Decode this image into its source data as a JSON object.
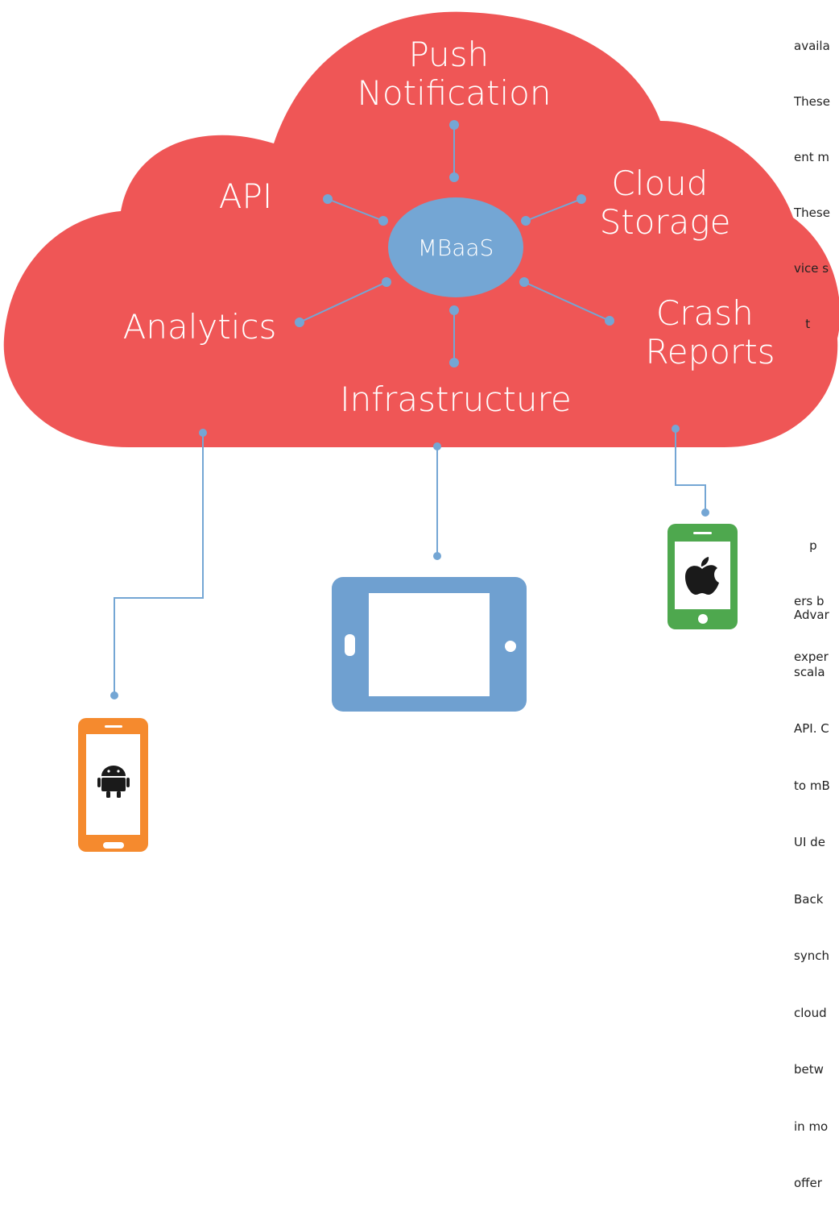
{
  "diagram": {
    "center_label": "MBaaS",
    "services": {
      "push": [
        "Push",
        "Notification"
      ],
      "api": "API",
      "cloud_storage": [
        "Cloud",
        "Storage"
      ],
      "analytics": "Analytics",
      "crash_reports": [
        "Crash",
        "Reports"
      ],
      "infrastructure": "Infrastructure"
    },
    "devices": [
      {
        "platform": "android",
        "icon": "android-icon",
        "color": "#f58a2e"
      },
      {
        "platform": "tablet",
        "icon": "tablet-icon",
        "color": "#6fa0d0"
      },
      {
        "platform": "ios",
        "icon": "apple-icon",
        "color": "#4ea84e"
      }
    ],
    "colors": {
      "cloud": "#ef5656",
      "hub": "#74a6d4",
      "connector": "#74a6d4"
    }
  },
  "side_text_top": [
    "availa",
    "These",
    "ent m",
    "These",
    "vice s",
    "   t"
  ],
  "side_text_mid": [
    "    p",
    "ers b",
    "exper"
  ],
  "side_text_bottom": [
    "Advar",
    "scala",
    "API. C",
    "to mB",
    "UI de",
    "Back",
    "synch",
    "cloud",
    "betw",
    "in mo",
    "offer"
  ]
}
